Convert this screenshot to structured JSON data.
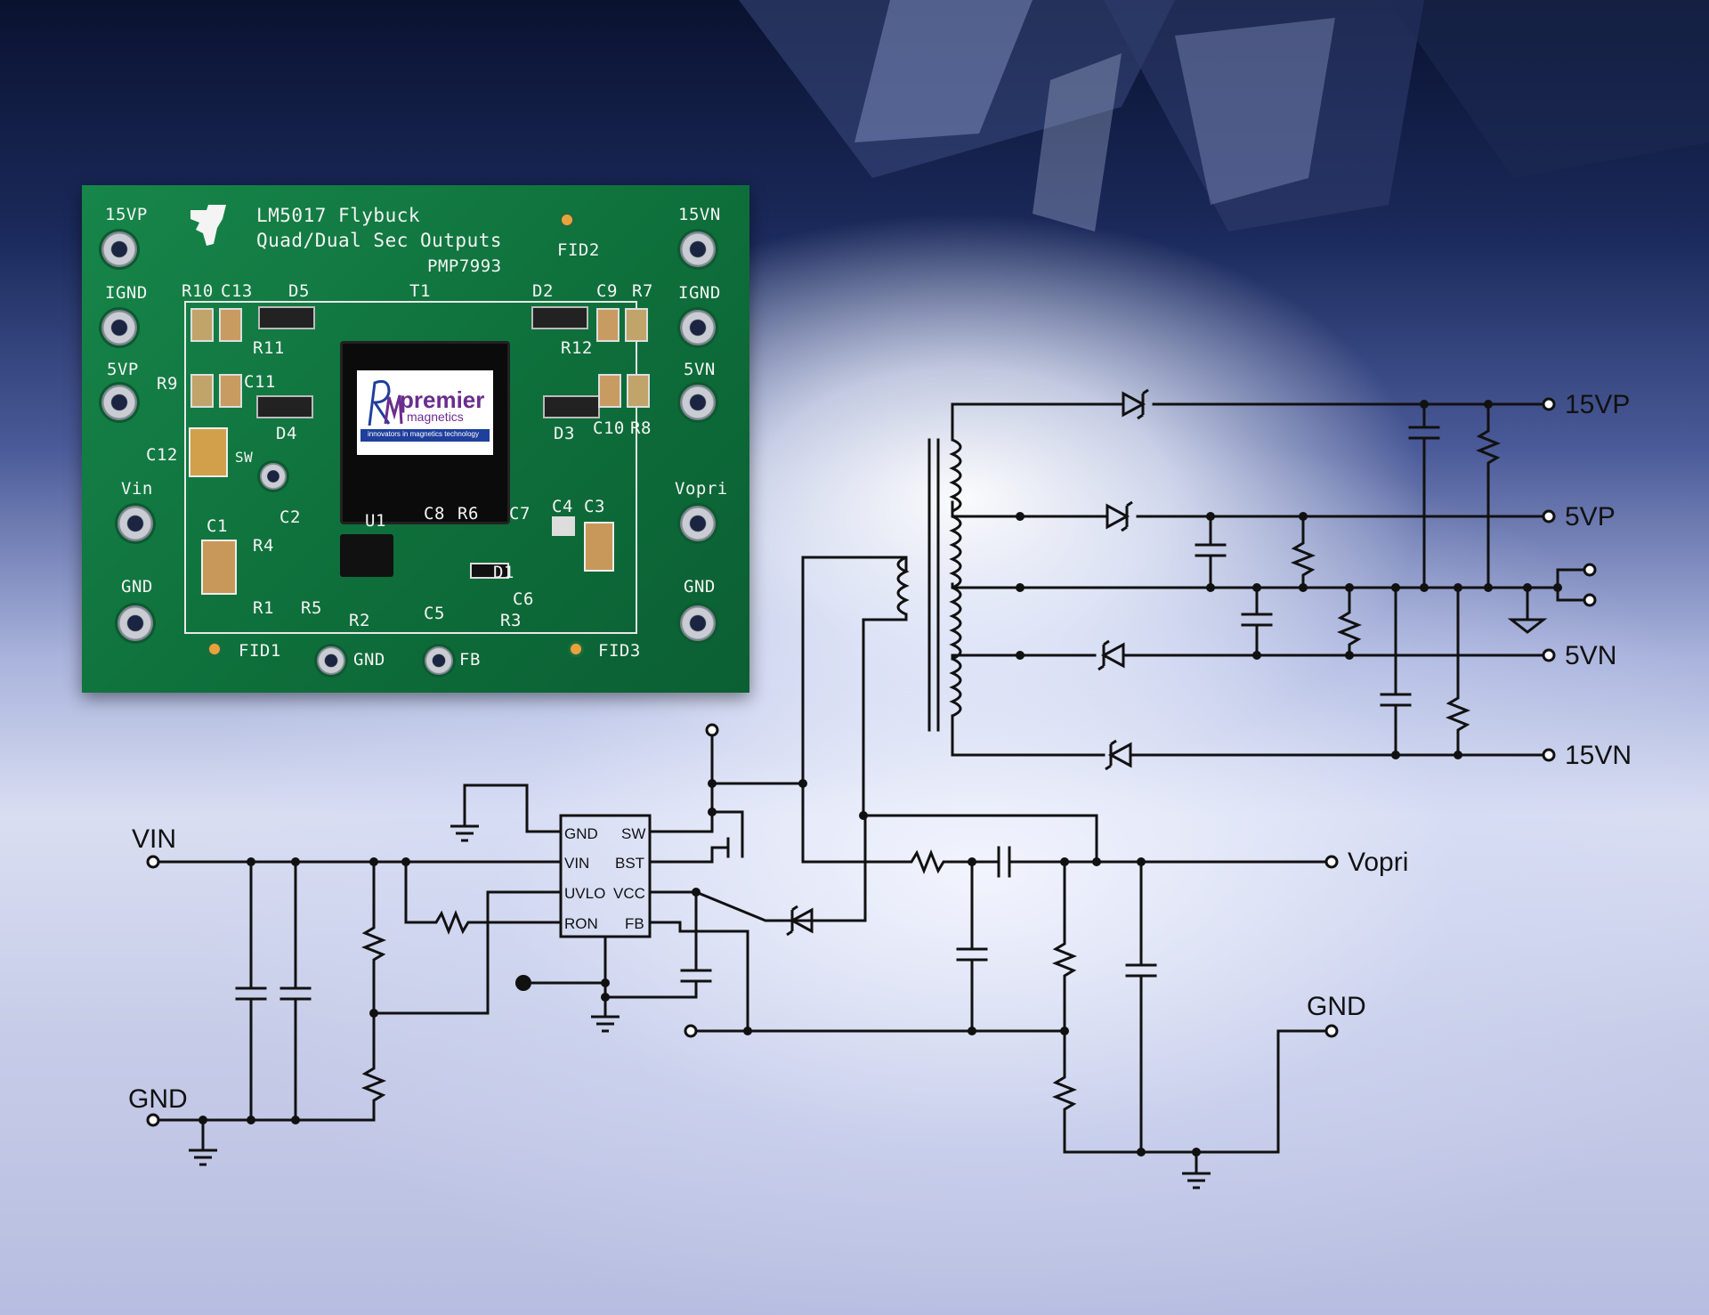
{
  "pcb": {
    "title_line1": "LM5017 Flybuck",
    "title_line2": "Quad/Dual Sec Outputs",
    "part_number": "PMP7993",
    "pads": {
      "p15vp": "15VP",
      "p15vn": "15VN",
      "ignd_left": "IGND",
      "ignd_right": "IGND",
      "p5vp": "5VP",
      "p5vn": "5VN",
      "vin": "Vin",
      "vopri": "Vopri",
      "gnd_left": "GND",
      "gnd_right": "GND",
      "gnd_bottom": "GND",
      "fb_bottom": "FB",
      "sw": "SW"
    },
    "fiducials": {
      "fid1": "FID1",
      "fid2": "FID2",
      "fid3": "FID3"
    },
    "designators": {
      "r10": "R10",
      "c13": "C13",
      "d5": "D5",
      "t1": "T1",
      "d2": "D2",
      "c9": "C9",
      "r7": "R7",
      "r11": "R11",
      "r12": "R12",
      "r9": "R9",
      "c11": "C11",
      "d4": "D4",
      "d3": "D3",
      "c10": "C10",
      "r8": "R8",
      "c12": "C12",
      "c2": "C2",
      "u1": "U1",
      "c8": "C8",
      "r6": "R6",
      "c7": "C7",
      "c4": "C4",
      "c3": "C3",
      "c1": "C1",
      "r4": "R4",
      "d1": "D1",
      "c6": "C6",
      "r1": "R1",
      "r5": "R5",
      "r2": "R2",
      "c5": "C5",
      "r3": "R3"
    },
    "logo": {
      "brand": "premier",
      "sub": "magnetics",
      "tagline": "innovators in magnetics technology"
    }
  },
  "schematic": {
    "ic_pins": {
      "gnd": "GND",
      "sw": "SW",
      "vin": "VIN",
      "bst": "BST",
      "uvlo": "UVLO",
      "vcc": "VCC",
      "ron": "RON",
      "fb": "FB"
    },
    "terminals": {
      "vin": "VIN",
      "gnd_input": "GND",
      "vopri": "Vopri",
      "gnd_output": "GND",
      "out_15vp": "15VP",
      "out_5vp": "5VP",
      "out_5vn": "5VN",
      "out_15vn": "15VN"
    }
  },
  "colors": {
    "pcb_green": "#0e6f3b",
    "silkscreen": "#f4f4f4",
    "schematic_ink": "#111111",
    "logo_purple": "#6a2d8f",
    "logo_blue": "#1f3f9c"
  }
}
